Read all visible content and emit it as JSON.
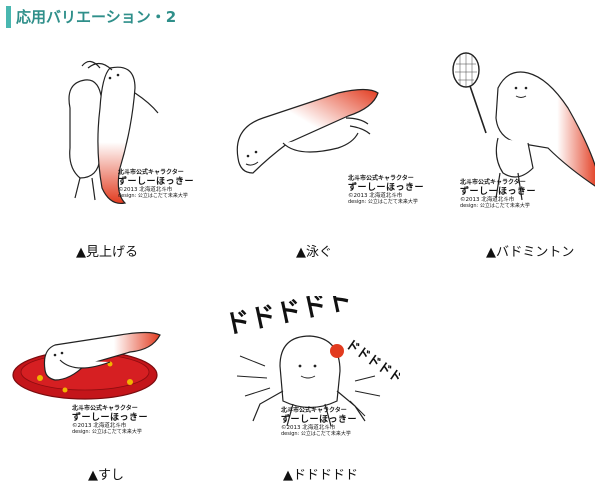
{
  "page": {
    "title": "応用バリエーション・2",
    "accent_color": "#49b7b0"
  },
  "credit": {
    "line1": "北斗市公式キャラクター",
    "line2": "ずーしーほっきー",
    "line3": "©2013 北海道北斗市",
    "line4": "design: 公立はこだて未来大学"
  },
  "variations": [
    {
      "caption": "▲見上げる",
      "icon": "character-looking-up-illustration"
    },
    {
      "caption": "▲泳ぐ",
      "icon": "character-swimming-illustration"
    },
    {
      "caption": "▲バドミントン",
      "icon": "character-badminton-illustration"
    },
    {
      "caption": "▲すし",
      "icon": "character-sushi-plate-illustration"
    },
    {
      "caption": "▲ドドドドド",
      "icon": "character-dododo-illustration"
    }
  ],
  "sfx": {
    "big": "ドドドドド",
    "small": "ドドドドド"
  }
}
